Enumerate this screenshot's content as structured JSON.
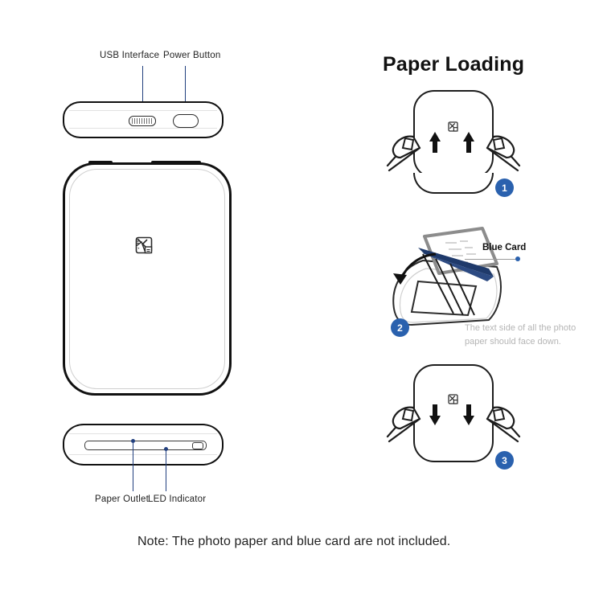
{
  "device": {
    "top_view": {
      "labels": [
        {
          "id": "usb",
          "text": "USB Interface"
        },
        {
          "id": "power",
          "text": "Power Button"
        }
      ]
    },
    "bottom_view": {
      "labels": [
        {
          "id": "outlet",
          "text": "Paper Outlet"
        },
        {
          "id": "led",
          "text": "LED Indicator"
        }
      ]
    },
    "front_view": {
      "logo_icon": "photo-printer-logo-icon"
    }
  },
  "paper_loading": {
    "heading": "Paper Loading",
    "steps": [
      {
        "number": "1",
        "icon": "up-arrows-open-cover-icon"
      },
      {
        "number": "2",
        "icon": "insert-paper-tray-icon"
      },
      {
        "number": "3",
        "icon": "down-arrows-close-cover-icon"
      }
    ],
    "blue_card_label": "Blue Card",
    "caption": "The text side of all the photo paper should face down."
  },
  "footer": {
    "note": "Note: The photo paper and blue card are not included."
  },
  "colors": {
    "accent_blue": "#2a61ae",
    "leader_navy": "#22407f",
    "card_navy": "#1f3a6b",
    "outline_black": "#111111",
    "caption_gray": "#b5b5b5"
  }
}
